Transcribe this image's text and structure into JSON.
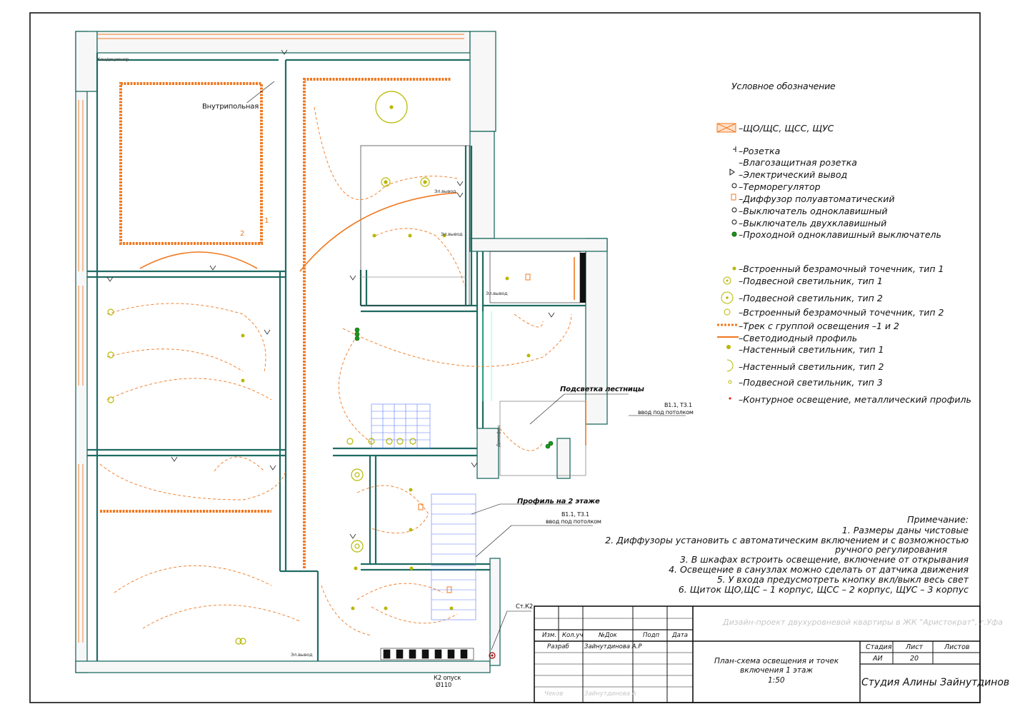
{
  "legend": {
    "title": "Условное обозначение",
    "items": [
      {
        "label": "–ЩО/ЩС, ЩСС, ЩУС",
        "icon": "panel-icon"
      },
      {
        "label": "–Розетка",
        "icon": "socket-icon"
      },
      {
        "label": "–Влагозащитная розетка",
        "icon": "waterproof-socket-icon"
      },
      {
        "label": "–Электрический вывод",
        "icon": "electrical-outlet-icon"
      },
      {
        "label": "–Терморегулятор",
        "icon": "thermostat-icon"
      },
      {
        "label": "–Диффузор полуавтоматический",
        "icon": "diffuser-icon"
      },
      {
        "label": "–Выключатель одноклавишный",
        "icon": "single-switch-icon"
      },
      {
        "label": "–Выключатель двухклавишный",
        "icon": "double-switch-icon"
      },
      {
        "label": "–Проходной одноклавишный выключатель",
        "icon": "pass-through-switch-icon"
      },
      {
        "label": "–Встроенный безрамочный точечник, тип 1",
        "icon": "spotlight-type1-icon"
      },
      {
        "label": "–Подвесной светильник, тип 1",
        "icon": "pendant-type1-icon"
      },
      {
        "label": "–Подвесной светильник, тип 2",
        "icon": "pendant-type2-icon"
      },
      {
        "label": "–Встроенный безрамочный точечник, тип 2",
        "icon": "spotlight-type2-icon"
      },
      {
        "label": "–Трек с группой освещения –1 и 2",
        "icon": "track-icon"
      },
      {
        "label": "–Светодиодный профиль",
        "icon": "led-profile-icon"
      },
      {
        "label": "–Настенный светильник, тип 1",
        "icon": "wall-lamp-type1-icon"
      },
      {
        "label": "–Настенный светильник, тип 2",
        "icon": "wall-lamp-type2-icon"
      },
      {
        "label": "–Подвесной светильник, тип 3",
        "icon": "pendant-type3-icon"
      },
      {
        "label": "–Контурное освещение, металлический профиль",
        "icon": "contour-light-icon"
      }
    ]
  },
  "notes": {
    "title": "Примечание:",
    "lines": [
      "1. Размеры даны чистовые",
      "2. Диффузоры установить с автоматическим включением и с возможностью",
      "ручного регулирования",
      "3. В шкафах встроить освещение, включение от открывания",
      "4. Освещение в санузлах можно сделать от датчика движения",
      "5. У входа предусмотреть кнопку вкл/выкл весь свет",
      "6. Щиток ЩО,ЩС – 1 корпус, ЩСС – 2 корпус, ЩУС – 3 корпус"
    ]
  },
  "plan_labels": {
    "inner_wall": "Внутрипольная",
    "stair_light": "Подсветка лестницы",
    "profile_floor2": "Профиль на 2 этаже",
    "cable_in_1": "В1.1, Т3.1",
    "cable_in_1_sub": "ввод под потолком",
    "cable_in_2": "В1.1, Т3.1",
    "cable_in_2_sub": "ввод под потолком",
    "riser": "Ст.К2",
    "k2_drop": "К2 опуск",
    "k2_pipe": "Ø110",
    "conditioner": "Кондиционер",
    "el_outlet": "Эл.вывод",
    "intercom": "Домофон",
    "num_1": "1",
    "num_2": "2"
  },
  "title_block": {
    "project": "Дизайн-проект двухуровневой квартиры в ЖК \"Аристократ\", г.Уфа",
    "col_izm": "Изм.",
    "col_koluch": "Кол.уч",
    "col_ndok": "№Док",
    "col_podp": "Подп",
    "col_data": "Дата",
    "role_razrab": "Разраб",
    "author": "Зайнутдинова А.Р",
    "role_check": "Чеков",
    "checker": "Зайнутдинова А",
    "sheet_title": "План-схема освещения и точек включения 1 этаж",
    "scale": "1:50",
    "stage_label": "Стадия",
    "sheet_label": "Лист",
    "sheets_label": "Листов",
    "stage": "АИ",
    "sheet_no": "20",
    "studio": "Студия Алины Зайнутдиновой"
  },
  "colors": {
    "wall": "#1f6b62",
    "led": "#f07820",
    "fixture": "#b8b800",
    "switch": "#1a9a1a",
    "stair": "#5a78ff",
    "dark": "#111111"
  }
}
